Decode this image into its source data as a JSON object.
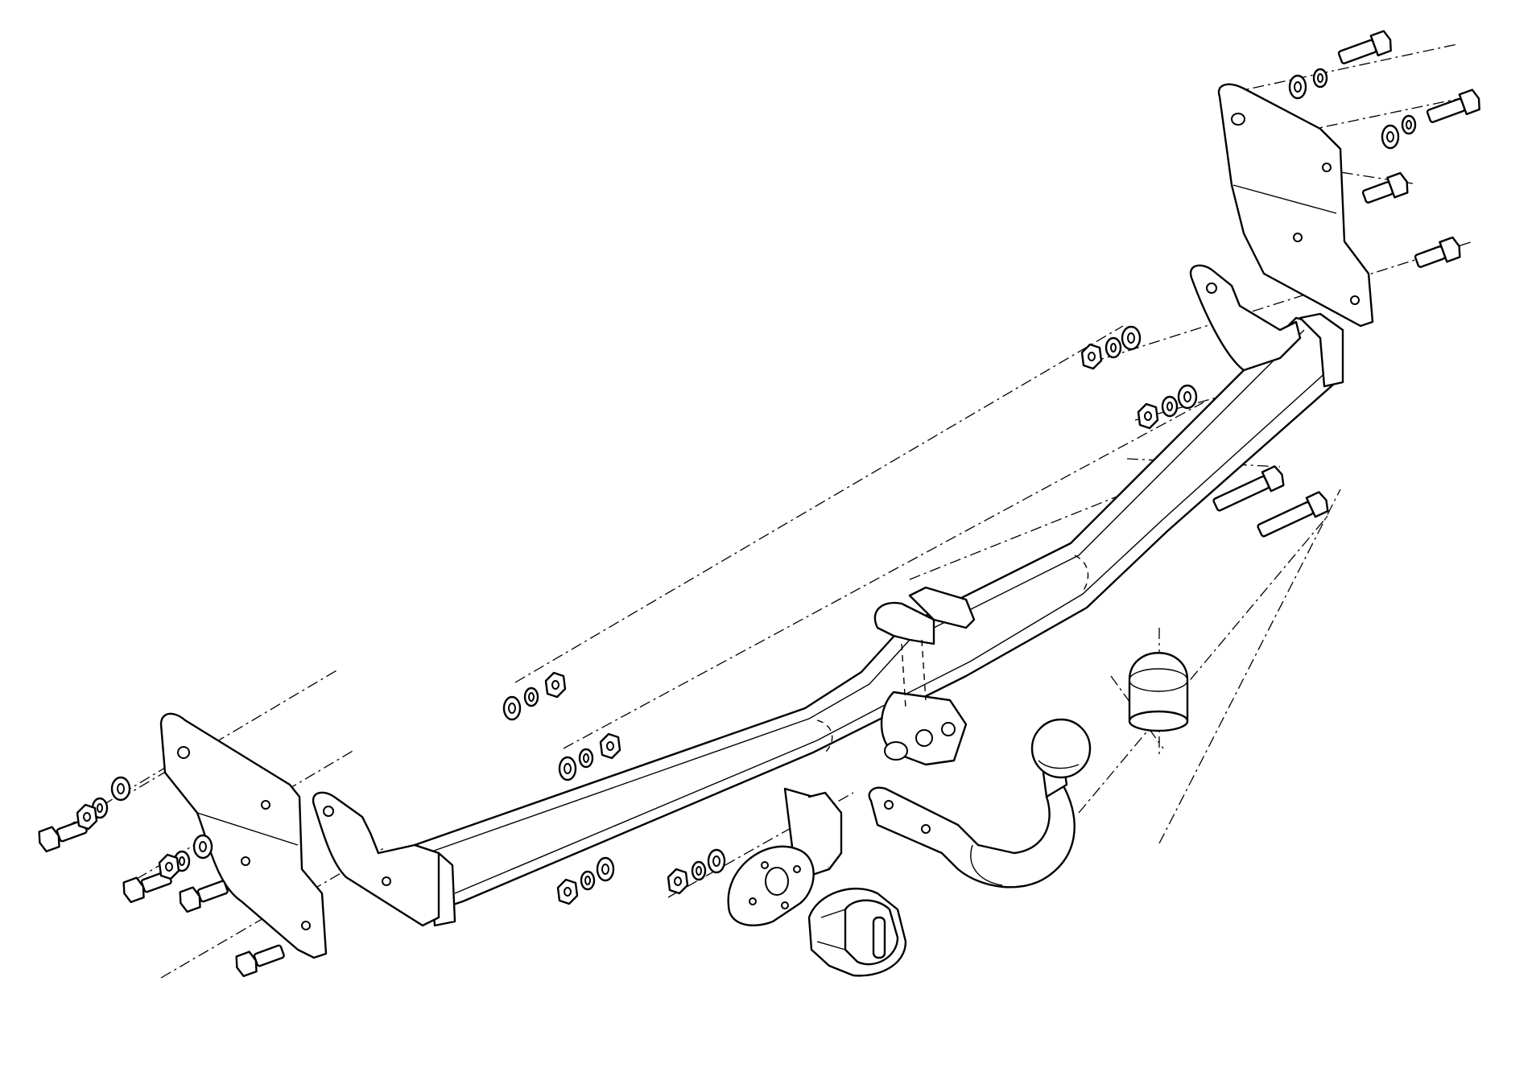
{
  "drawing": {
    "style": "black-line exploded assembly drawing on white",
    "line_color": "#000000",
    "background_color": "#ffffff",
    "parts": [
      {
        "id": "crossbar",
        "name": "cross-bar-tube"
      },
      {
        "id": "bracket-left",
        "name": "left-mounting-bracket"
      },
      {
        "id": "bracket-right",
        "name": "right-mounting-bracket"
      },
      {
        "id": "ball",
        "name": "tow-ball-neck"
      },
      {
        "id": "cap",
        "name": "tow-ball-cap"
      },
      {
        "id": "socket-plate",
        "name": "socket-mounting-plate"
      },
      {
        "id": "socket",
        "name": "electrical-socket"
      },
      {
        "id": "bolts",
        "name": "bolt"
      },
      {
        "id": "nuts",
        "name": "nut"
      },
      {
        "id": "washers",
        "name": "washer"
      }
    ]
  }
}
